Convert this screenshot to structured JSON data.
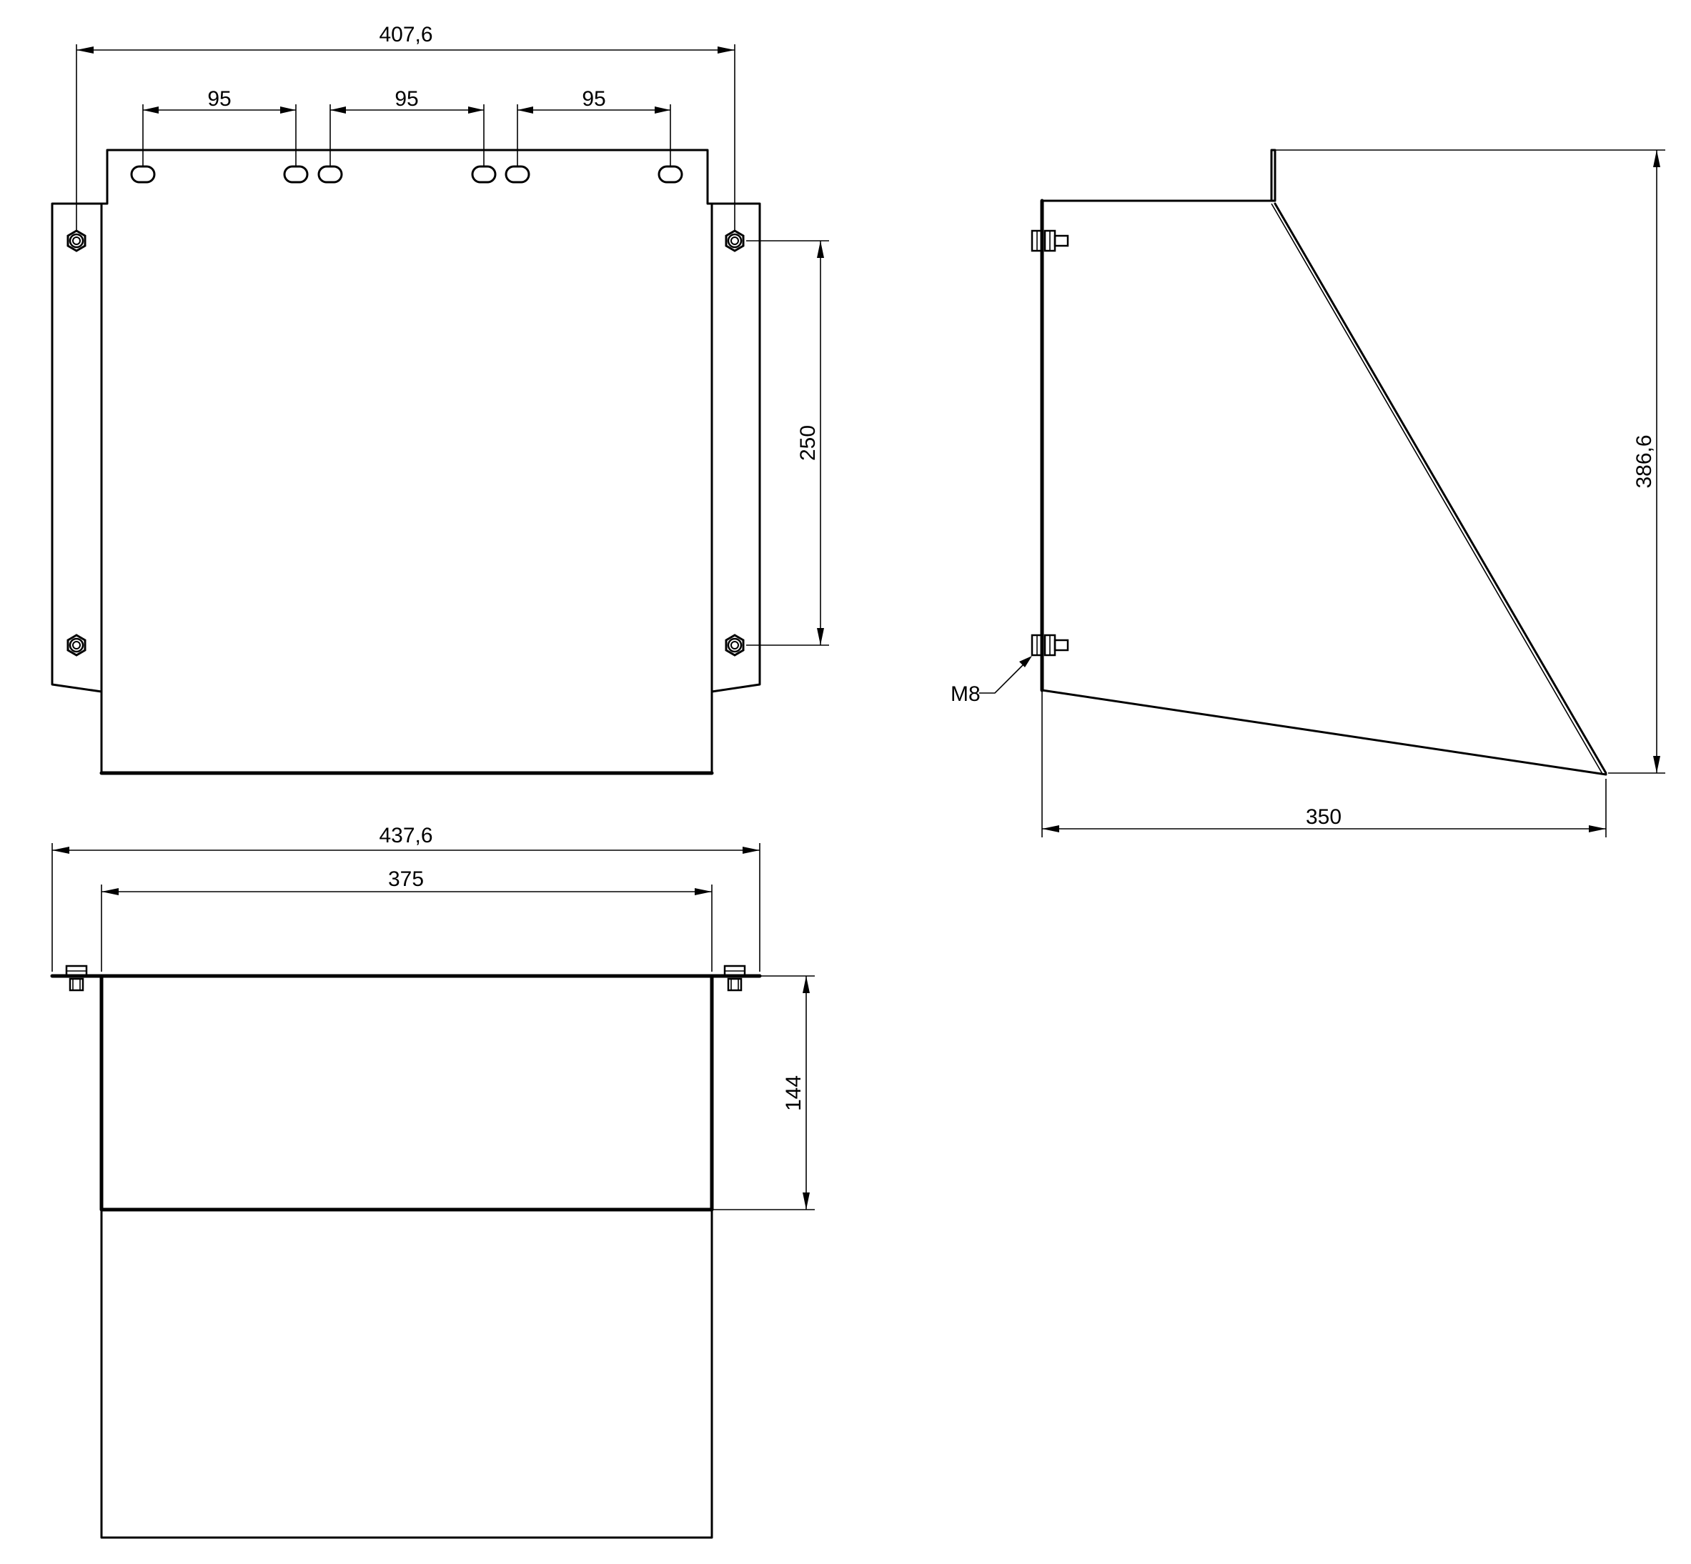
{
  "front_view": {
    "dim_overall_width": "407,6",
    "dim_slot_spacing_1": "95",
    "dim_slot_spacing_2": "95",
    "dim_slot_spacing_3": "95",
    "dim_hole_spacing": "250"
  },
  "side_view": {
    "dim_height": "386,6",
    "dim_depth": "350",
    "fastener_label": "M8"
  },
  "top_view": {
    "dim_overall_width": "437,6",
    "dim_inner_width": "375",
    "dim_depth": "144"
  }
}
